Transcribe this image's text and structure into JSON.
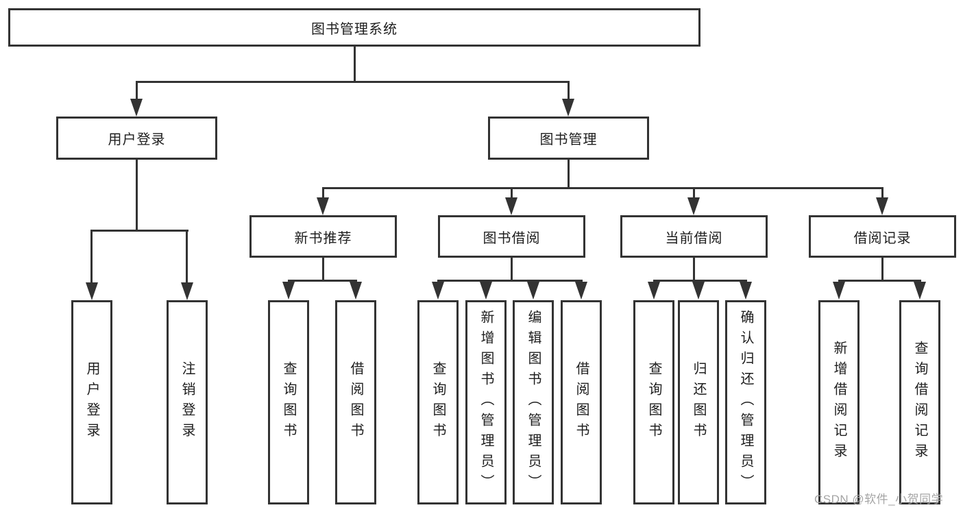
{
  "tree": {
    "root": {
      "label": "图书管理系统"
    },
    "branches": [
      {
        "label": "用户登录",
        "children": [
          {
            "label": "用户登录"
          },
          {
            "label": "注销登录"
          }
        ]
      },
      {
        "label": "图书管理",
        "children": [
          {
            "label": "新书推荐",
            "children": [
              {
                "label": "查询图书"
              },
              {
                "label": "借阅图书"
              }
            ]
          },
          {
            "label": "图书借阅",
            "children": [
              {
                "label": "查询图书"
              },
              {
                "label": "新增图书（管理员）"
              },
              {
                "label": "编辑图书（管理员）"
              },
              {
                "label": "借阅图书"
              }
            ]
          },
          {
            "label": "当前借阅",
            "children": [
              {
                "label": "查询图书"
              },
              {
                "label": "归还图书"
              },
              {
                "label": "确认归还（管理员）"
              }
            ]
          },
          {
            "label": "借阅记录",
            "children": [
              {
                "label": "新增借阅记录"
              },
              {
                "label": "查询借阅记录"
              }
            ]
          }
        ]
      }
    ]
  },
  "watermark": {
    "text": "CSDN @软件_小贺同学"
  },
  "colors": {
    "line": "#333333",
    "box_border": "#333333",
    "text": "#1e1e1e",
    "watermark": "#a5a5a5",
    "background": "#ffffff"
  }
}
